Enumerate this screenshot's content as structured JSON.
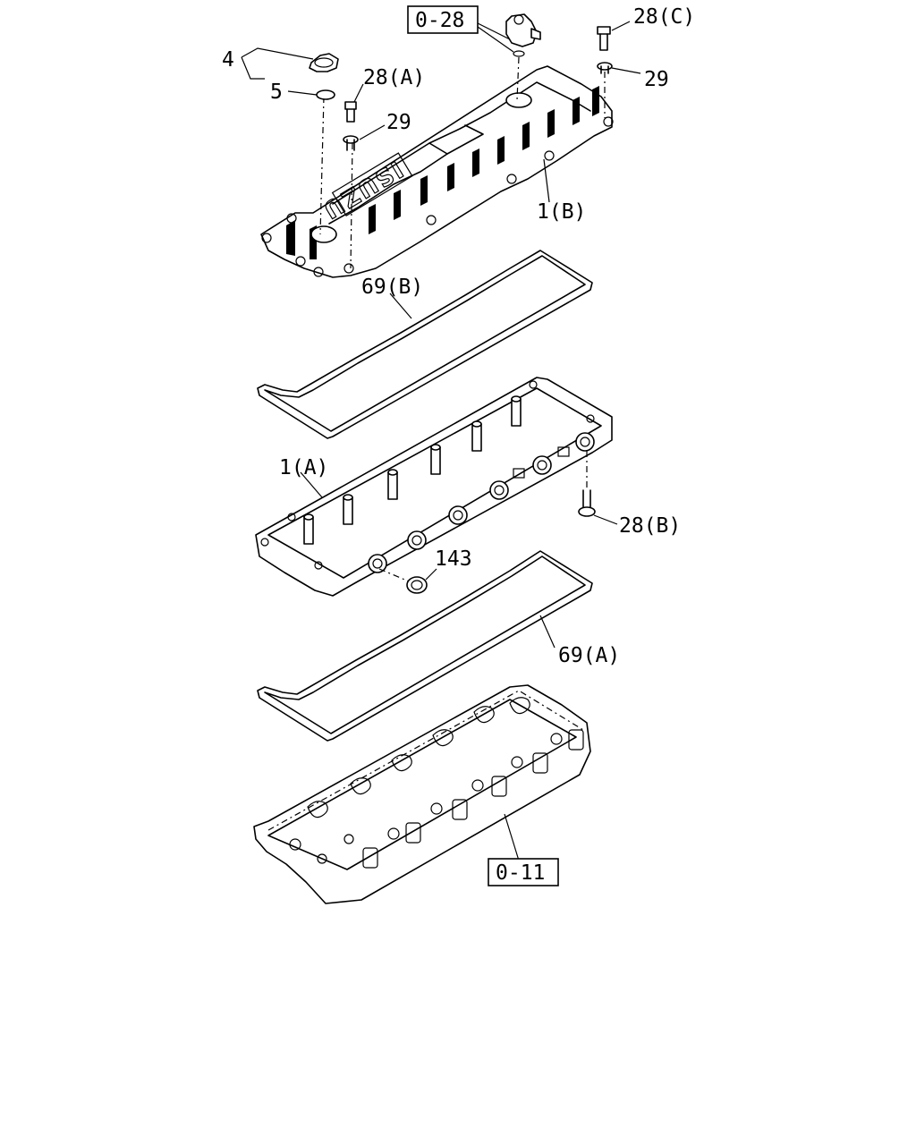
{
  "labels": {
    "ref_028": "0-28",
    "ref_011": "0-11",
    "part_28c": "28(C)",
    "part_29_right": "29",
    "part_4": "4",
    "part_5": "5",
    "part_28a": "28(A)",
    "part_29_left": "29",
    "part_1b": "1(B)",
    "part_69b": "69(B)",
    "part_1a": "1(A)",
    "part_28b": "28(B)",
    "part_143": "143",
    "part_69a": "69(A)"
  },
  "logo_text": "ISUZU"
}
